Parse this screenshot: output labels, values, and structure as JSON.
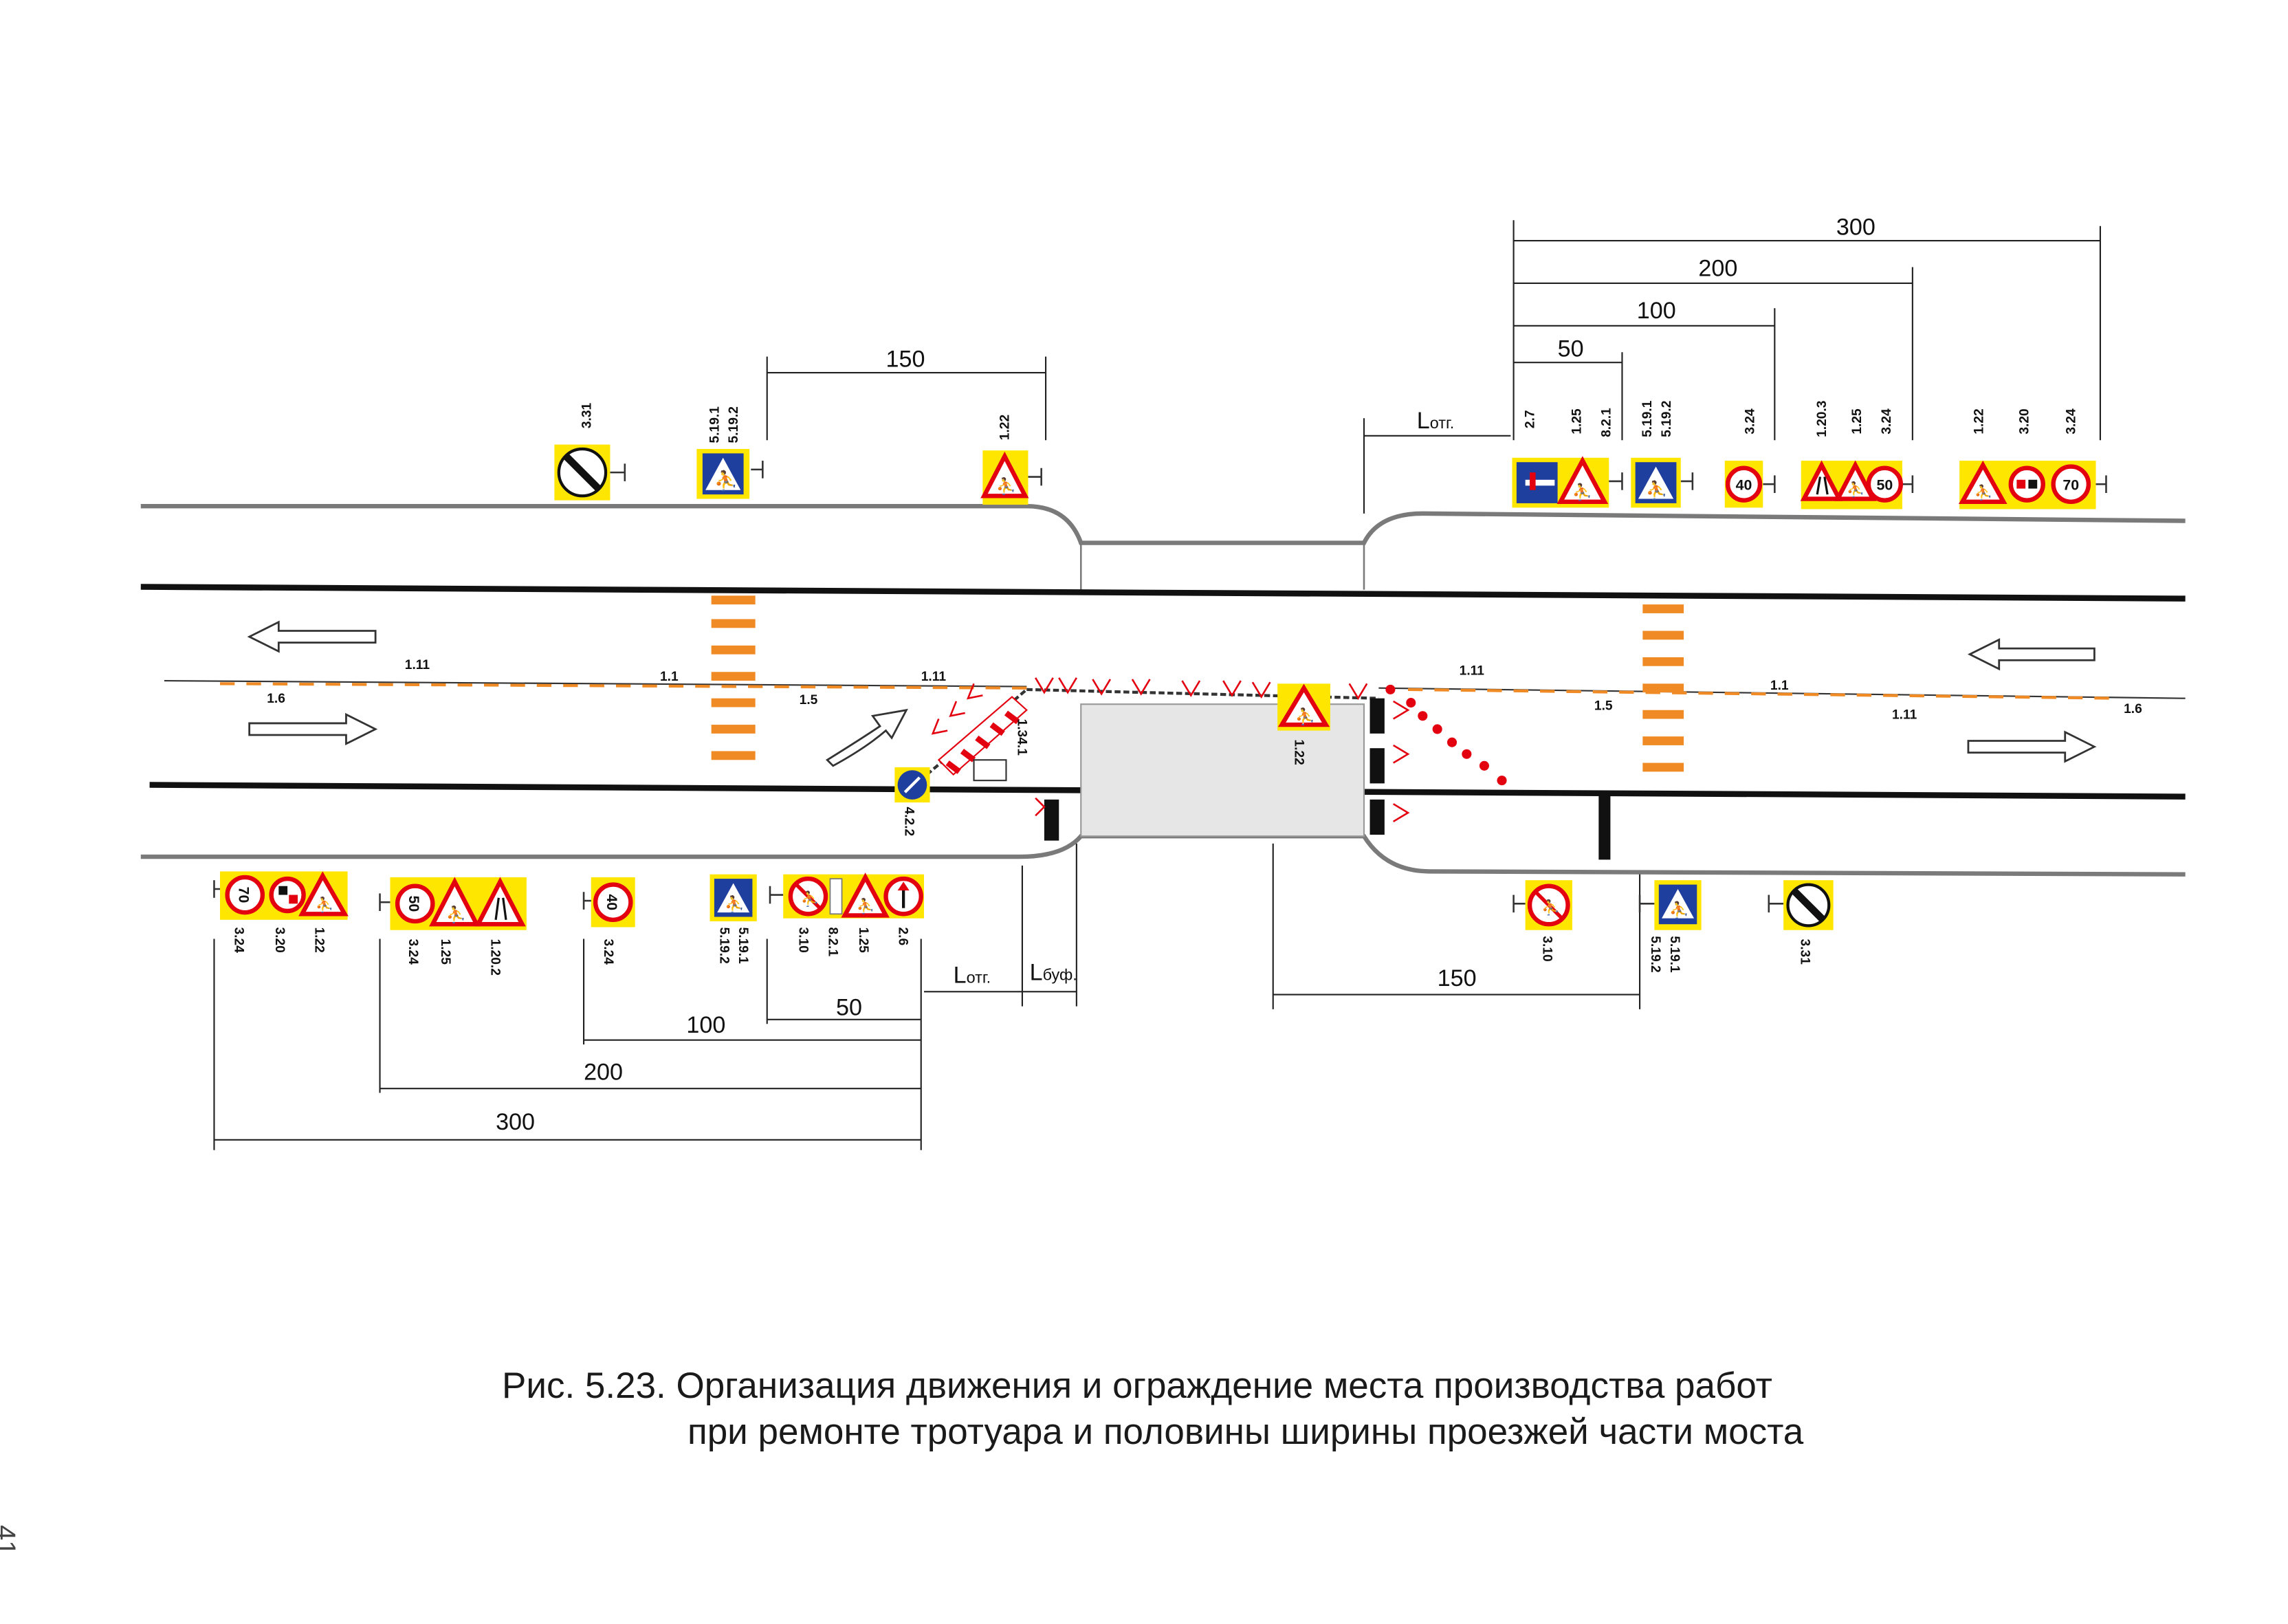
{
  "caption": {
    "line1": "Рис. 5.23. Организация движения и ограждение места производства работ",
    "line2": "при ремонте тротуара и половины ширины проезжей части моста"
  },
  "page_number": "41",
  "colors": {
    "sign_yellow": "#ffe600",
    "sign_red": "#e3000f",
    "sign_blue": "#1f3f9e",
    "crosswalk_orange": "#f08a24",
    "road_line": "#111111",
    "curb_gray": "#7a7a7a",
    "work_zone": "#e6e6e6",
    "cone_red": "#e3000f"
  },
  "dimensions": {
    "top": {
      "d300": "300",
      "d200": "200",
      "d100": "100",
      "d50": "50",
      "d150": "150",
      "lotg_main": "L",
      "lotg_sub": "отг."
    },
    "bottom": {
      "d300": "300",
      "d200": "200",
      "d100": "100",
      "d50": "50",
      "d150": "150",
      "lotg_main": "L",
      "lotg_sub": "отг.",
      "lbuf_main": "L",
      "lbuf_sub": "буф."
    }
  },
  "marking_labels": {
    "m1": "1.11",
    "m2": "1.1",
    "m3": "1.6",
    "m4": "1.5",
    "m5": "1.11",
    "m6": "1.34.1",
    "m7": "1.11",
    "m8": "1.1",
    "m9": "1.5",
    "m10": "1.11",
    "m11": "1.6"
  },
  "sign_labels": {
    "top_331": "3.31",
    "top_519": [
      "5.19.1",
      "5.19.2"
    ],
    "top_122a": "1.22",
    "top_g1": [
      "2.7",
      "1.25",
      "8.2.1"
    ],
    "top_519b": [
      "5.19.1",
      "5.19.2"
    ],
    "top_324a": "3.24",
    "top_g2": [
      "1.20.3",
      "1.25",
      "3.24"
    ],
    "top_g3": [
      "1.22",
      "3.20",
      "3.24"
    ],
    "mid_122": "1.22",
    "mid_422": "4.2.2",
    "bot_g1": [
      "3.24",
      "3.20",
      "1.22"
    ],
    "bot_g2": [
      "3.24",
      "1.25",
      "1.20.2"
    ],
    "bot_324": "3.24",
    "bot_519": [
      "5.19.1",
      "5.19.2"
    ],
    "bot_g3": [
      "3.10",
      "8.2.1",
      "1.25",
      "2.6"
    ],
    "bot_310": "3.10",
    "bot_519b": [
      "5.19.1",
      "5.19.2"
    ],
    "bot_331": "3.31"
  },
  "sign_faces": {
    "speed70": "70",
    "speed50": "50",
    "speed40": "40"
  }
}
